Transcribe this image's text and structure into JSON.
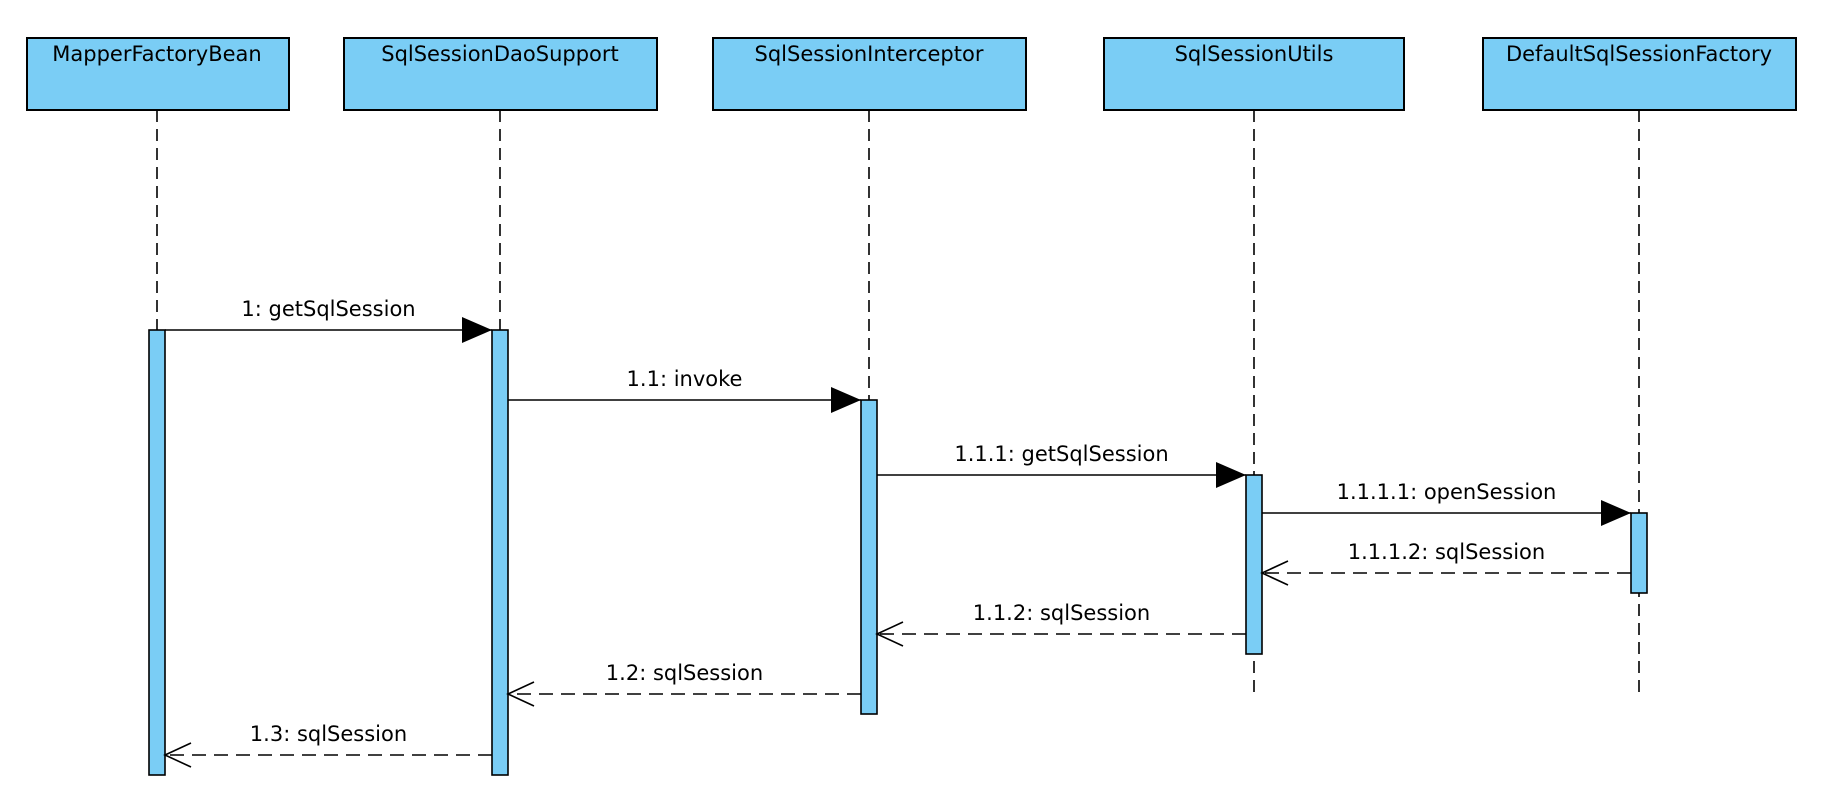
{
  "colors": {
    "fill": "#7ACDF5",
    "stroke": "#000000",
    "background": "#FFFFFF"
  },
  "participants": [
    {
      "id": "mfb",
      "name": "MapperFactoryBean"
    },
    {
      "id": "sdds",
      "name": "SqlSessionDaoSupport"
    },
    {
      "id": "ssi",
      "name": "SqlSessionInterceptor"
    },
    {
      "id": "ssu",
      "name": "SqlSessionUtils"
    },
    {
      "id": "dssf",
      "name": "DefaultSqlSessionFactory"
    }
  ],
  "messages": [
    {
      "from": "mfb",
      "to": "sdds",
      "label": "1: getSqlSession",
      "kind": "call"
    },
    {
      "from": "sdds",
      "to": "ssi",
      "label": "1.1: invoke",
      "kind": "call"
    },
    {
      "from": "ssi",
      "to": "ssu",
      "label": "1.1.1: getSqlSession",
      "kind": "call"
    },
    {
      "from": "ssu",
      "to": "dssf",
      "label": "1.1.1.1: openSession",
      "kind": "call"
    },
    {
      "from": "dssf",
      "to": "ssu",
      "label": "1.1.1.2: sqlSession",
      "kind": "return"
    },
    {
      "from": "ssu",
      "to": "ssi",
      "label": "1.1.2: sqlSession",
      "kind": "return"
    },
    {
      "from": "ssi",
      "to": "sdds",
      "label": "1.2: sqlSession",
      "kind": "return"
    },
    {
      "from": "sdds",
      "to": "mfb",
      "label": "1.3: sqlSession",
      "kind": "return"
    }
  ]
}
